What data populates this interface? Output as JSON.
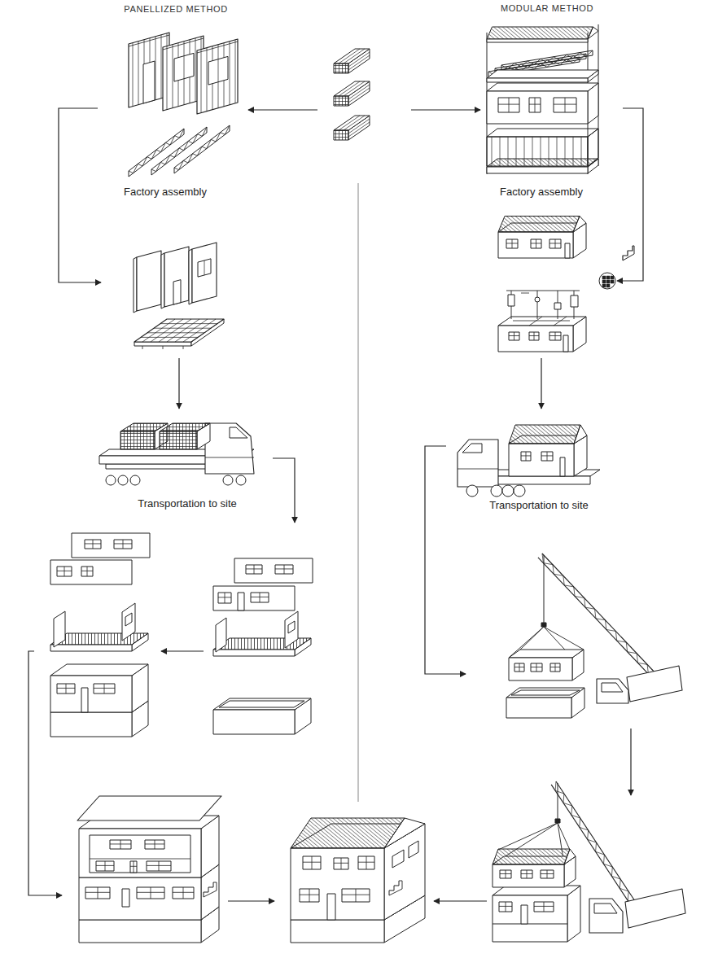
{
  "diagram": {
    "labels": [
      "PANELLIZED METHOD",
      "MODULAR METHOD",
      "Factory assembly",
      "Factory assembly",
      "Transportation to site",
      "Transportation to site"
    ]
  }
}
